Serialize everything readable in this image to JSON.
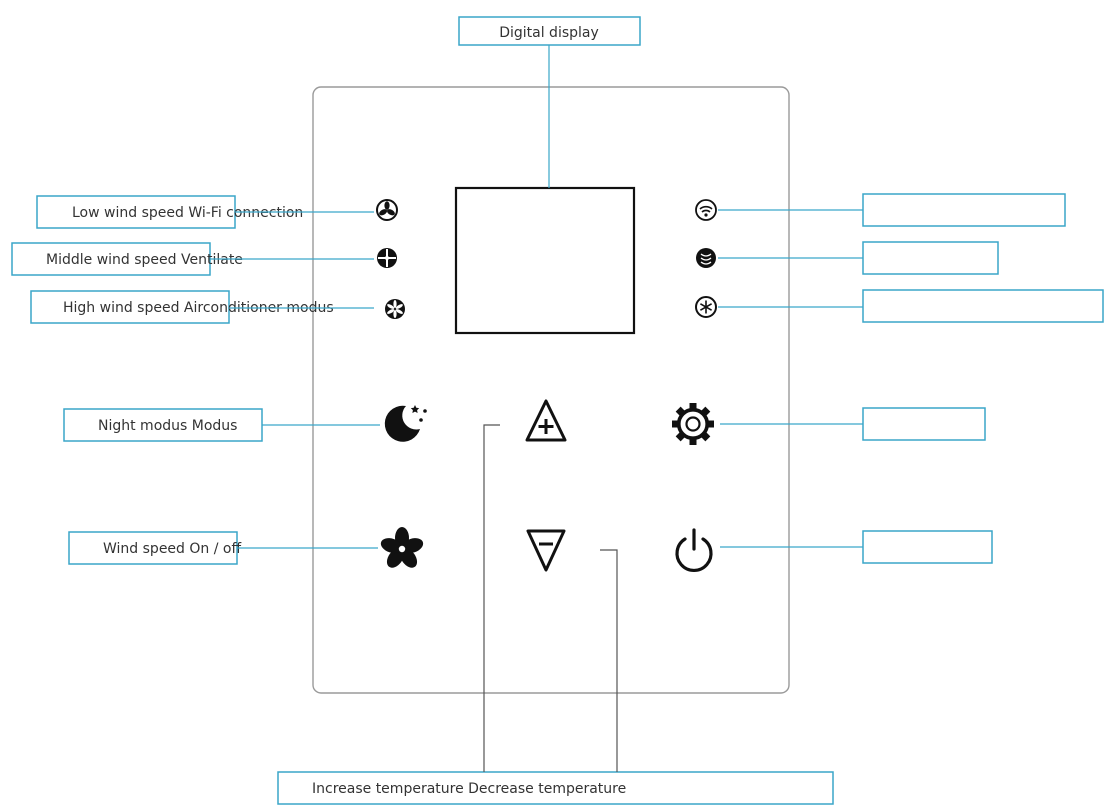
{
  "labels": {
    "digital_display": "Digital display",
    "low_wind_wifi": "Low wind speed Wi-Fi connection",
    "middle_wind_ventilate": "Middle wind speed Ventilate",
    "high_wind_aircon": "High wind speed Airconditioner modus",
    "night_modus": "Night modus Modus",
    "wind_onoff": "Wind speed On / off",
    "increase_decrease": "Increase temperature Decrease temperature",
    "right_1": "",
    "right_2": "",
    "right_3": "",
    "right_4": "",
    "right_5": ""
  },
  "icons": {
    "low_fan": "fan-low-icon",
    "mid_fan": "fan-mid-icon",
    "high_fan": "fan-high-icon",
    "wifi": "wifi-icon",
    "ventilate": "ventilate-icon",
    "snowflake": "snowflake-icon",
    "moon": "moon-stars-icon",
    "plus": "triangle-plus-icon",
    "gear": "gear-icon",
    "fan": "fan-icon",
    "minus": "triangle-minus-icon",
    "power": "power-icon"
  },
  "colors": {
    "callout": "#3aa6c9",
    "icon": "#111111",
    "panel_border": "#9a9a9a"
  }
}
